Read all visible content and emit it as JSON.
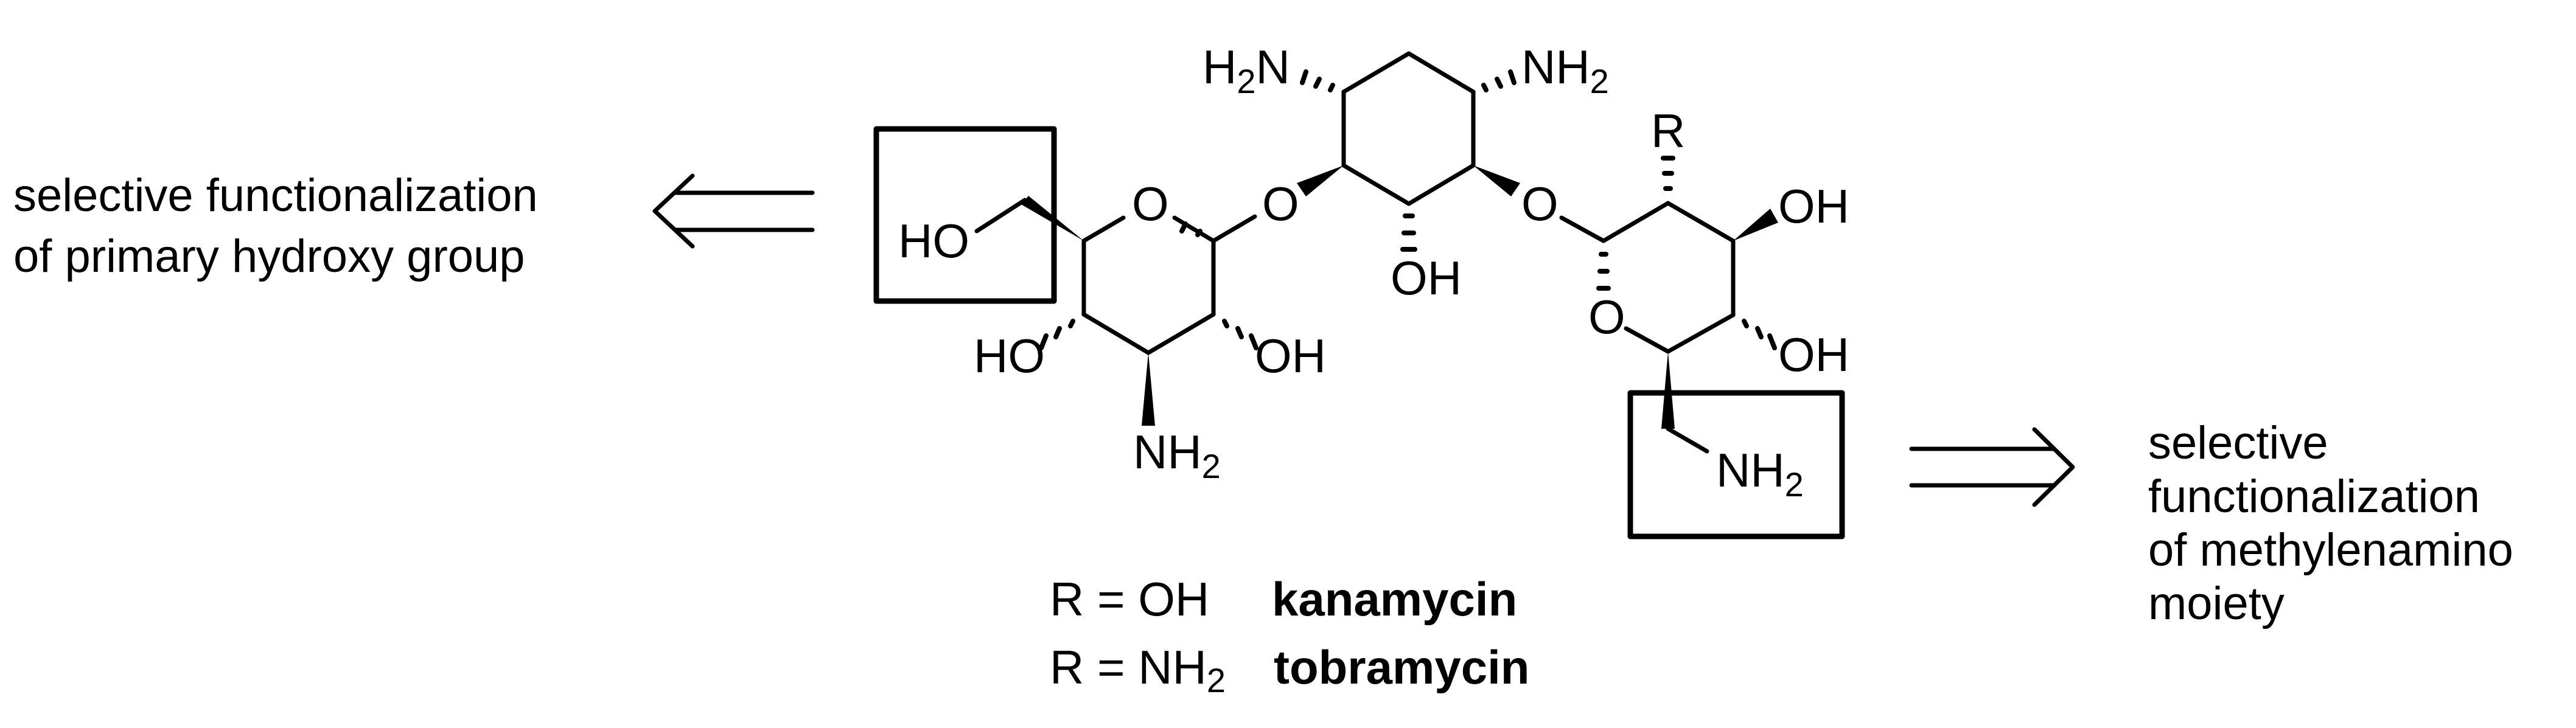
{
  "left_annotation": {
    "lines": [
      "selective functionalization",
      "of primary hydroxy group"
    ],
    "arrow": "retrosynthetic-arrow-left"
  },
  "right_annotation": {
    "lines": [
      "selective",
      "functionalization",
      "of methylenamino",
      "moiety"
    ],
    "arrow": "retrosynthetic-arrow-right"
  },
  "structure": {
    "labels": {
      "h2n_top_left": "H2N",
      "nh2_top_right": "NH2",
      "r_group": "R",
      "oh_right_top": "OH",
      "oh_right_bottom": "OH",
      "oh_center": "OH",
      "ho_left_bottom": "HO",
      "oh_left_bottom": "OH",
      "nh2_left_bottom": "NH2",
      "ho_boxed": "HO",
      "nh2_boxed": "NH2",
      "ring_o": "O",
      "glyco_o": "O"
    },
    "highlight_boxes": [
      "primary-hydroxy-box",
      "methylenamino-box"
    ]
  },
  "legend": {
    "rows": [
      {
        "r_value": "R = OH",
        "r_sub": "",
        "name": "kanamycin"
      },
      {
        "r_value": "R = NH",
        "r_sub": "2",
        "name": "tobramycin"
      }
    ]
  }
}
